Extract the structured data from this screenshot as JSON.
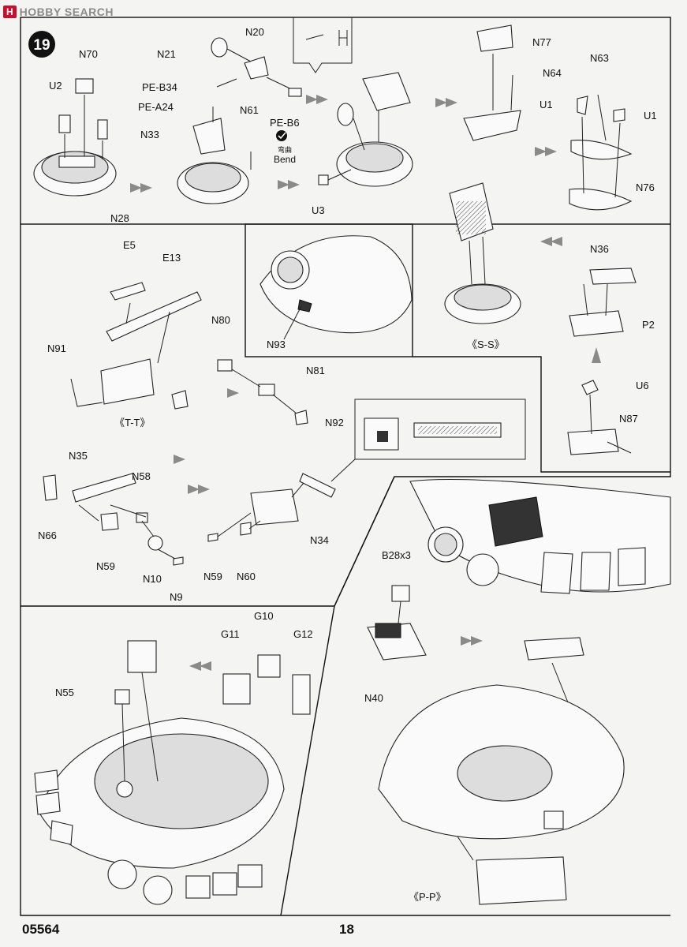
{
  "watermark": {
    "badge": "H",
    "text": "HOBBY SEARCH"
  },
  "step_number": "19",
  "labels": {
    "n70": "N70",
    "u2": "U2",
    "n28": "N28",
    "n21": "N21",
    "n20": "N20",
    "pe_b34": "PE-B34",
    "pe_a24": "PE-A24",
    "n33": "N33",
    "n61": "N61",
    "pe_b6": "PE-B6",
    "bend_cn": "弯曲",
    "bend": "Bend",
    "u3": "U3",
    "n77": "N77",
    "n64": "N64",
    "n63": "N63",
    "u1_left": "U1",
    "u1_right": "U1",
    "n76": "N76",
    "n36": "N36",
    "e5": "E5",
    "e13": "E13",
    "n80": "N80",
    "n91": "N91",
    "n81": "N81",
    "t_t": "《T-T》",
    "n92": "N92",
    "n93": "N93",
    "s_s": "《S-S》",
    "p2": "P2",
    "u6": "U6",
    "n87": "N87",
    "n35": "N35",
    "n58": "N58",
    "n66": "N66",
    "n59_left": "N59",
    "n10": "N10",
    "n9": "N9",
    "n59_mid": "N59",
    "n60": "N60",
    "n34": "N34",
    "b28x3": "B28x3",
    "n40": "N40",
    "g10": "G10",
    "g11": "G11",
    "g12": "G12",
    "n55": "N55",
    "p_p": "《P-P》"
  },
  "footer": {
    "code": "05564",
    "page": "18"
  }
}
